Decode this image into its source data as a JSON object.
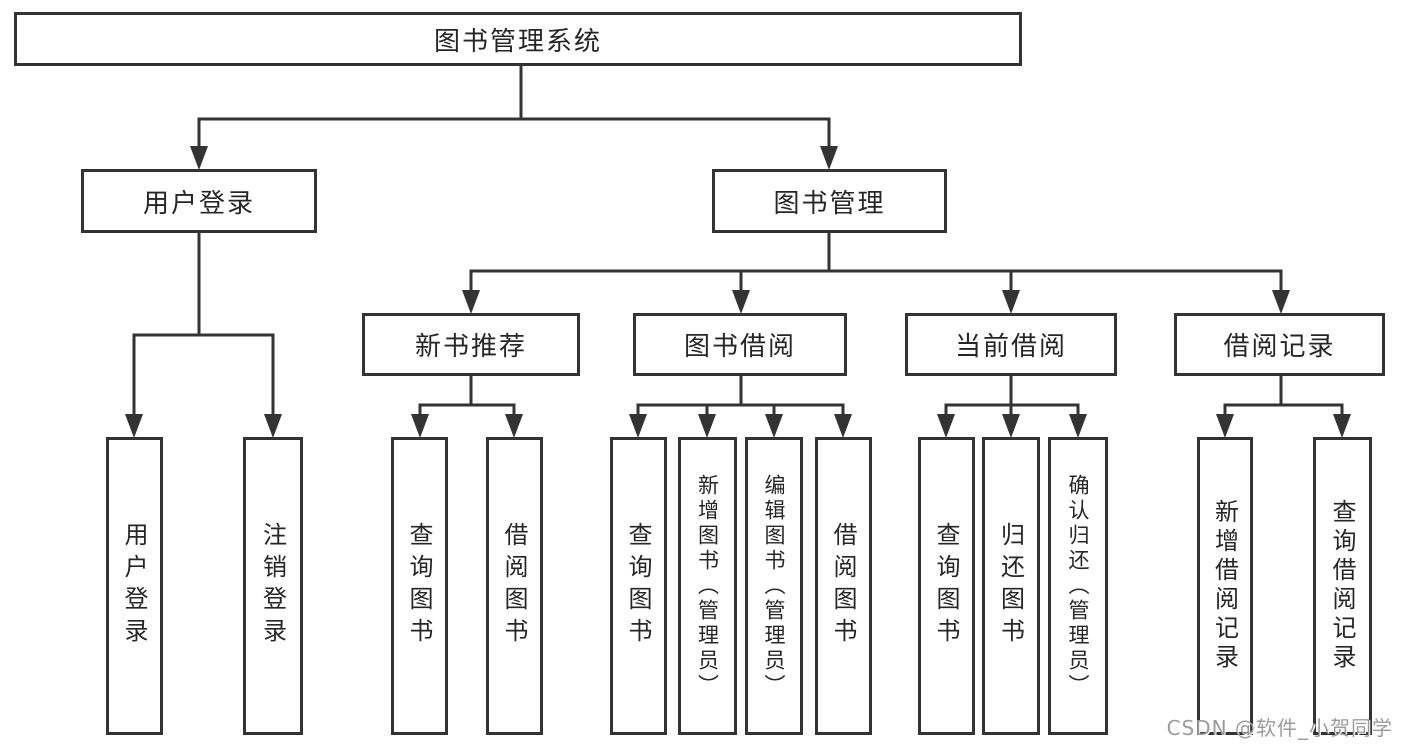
{
  "tree": {
    "root": {
      "label": "图书管理系统"
    },
    "branches": [
      {
        "label": "用户登录",
        "children": [
          {
            "label": "用户登录"
          },
          {
            "label": "注销登录"
          }
        ]
      },
      {
        "label": "图书管理",
        "children": [
          {
            "label": "新书推荐",
            "children": [
              {
                "label": "查询图书"
              },
              {
                "label": "借阅图书"
              }
            ]
          },
          {
            "label": "图书借阅",
            "children": [
              {
                "label": "查询图书"
              },
              {
                "label": "新增图书（管理员）"
              },
              {
                "label": "编辑图书（管理员）"
              },
              {
                "label": "借阅图书"
              }
            ]
          },
          {
            "label": "当前借阅",
            "children": [
              {
                "label": "查询图书"
              },
              {
                "label": "归还图书"
              },
              {
                "label": "确认归还（管理员）"
              }
            ]
          },
          {
            "label": "借阅记录",
            "children": [
              {
                "label": "新增借阅记录"
              },
              {
                "label": "查询借阅记录"
              }
            ]
          }
        ]
      }
    ]
  },
  "watermark": {
    "text": "CSDN @软件_小贺同学"
  },
  "colors": {
    "line": "#333333",
    "border": "#333333",
    "text": "#262626",
    "watermark_text": "#9b9b9b",
    "background": "#ffffff"
  }
}
